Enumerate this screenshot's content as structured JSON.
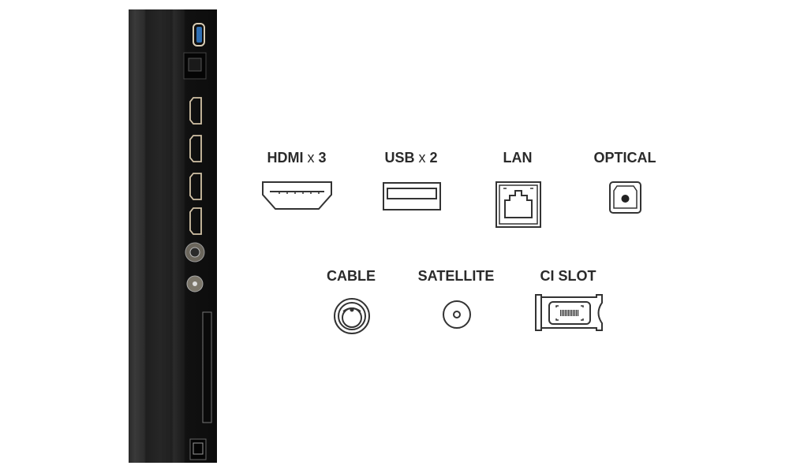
{
  "connectors_row1": [
    {
      "name": "HDMI",
      "multiplier": "x",
      "count": "3",
      "icon": "hdmi-icon"
    },
    {
      "name": "USB",
      "multiplier": "x",
      "count": "2",
      "icon": "usb-icon"
    },
    {
      "name": "LAN",
      "icon": "lan-icon"
    },
    {
      "name": "OPTICAL",
      "icon": "optical-icon"
    }
  ],
  "connectors_row2": [
    {
      "name": "CABLE",
      "icon": "cable-icon"
    },
    {
      "name": "SATELLITE",
      "icon": "satellite-icon"
    },
    {
      "name": "CI SLOT",
      "icon": "ci-slot-icon"
    }
  ],
  "colors": {
    "text": "#2a2a2a",
    "usb_blue": "#2f6fb3",
    "port_gold": "#c8b79a",
    "panel": "#1a1a1a"
  }
}
